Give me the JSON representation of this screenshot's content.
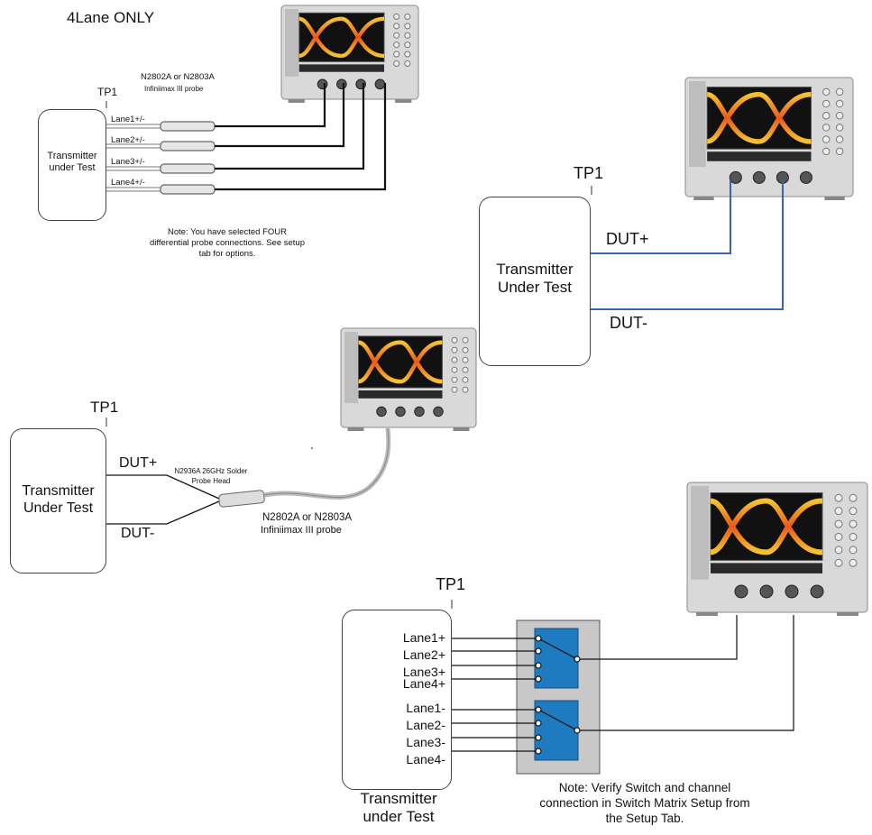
{
  "colors": {
    "wire": "#111111",
    "blue_wire": "#3a64b0",
    "switch_fill": "#1e7bbf",
    "switch_box": "#c8c8c8",
    "probe_gray": "#c8c8c8"
  },
  "icons": [
    "oscilloscope-icon",
    "probe-icon",
    "switch-icon"
  ],
  "top_left": {
    "title": "4Lane ONLY",
    "probe_label_1": "N2802A or N2803A",
    "probe_label_2": "Infiniimax III probe",
    "tp": "TP1",
    "box_label": "Transmitter\nunder Test",
    "lanes": [
      "Lane1+/-",
      "Lane2+/-",
      "Lane3+/-",
      "Lane4+/-"
    ],
    "note": "Note: You have selected FOUR\ndifferential probe connections.  See setup\ntab for options."
  },
  "top_right": {
    "tp": "TP1",
    "box_label": "Transmitter\nUnder Test",
    "dut_plus": "DUT+",
    "dut_minus": "DUT-"
  },
  "middle_left": {
    "tp": "TP1",
    "box_label": "Transmitter\nUnder Test",
    "dut_plus": "DUT+",
    "dut_minus": "DUT-",
    "solder_head_1": "N2936A 26GHz Solder",
    "solder_head_2": "Probe Head",
    "probe_label_1": "N2802A or N2803A",
    "probe_label_2": "Infiniimax III probe"
  },
  "bottom": {
    "tp": "TP1",
    "box_label": "Transmitter\nunder Test",
    "lanes_plus": [
      "Lane1+",
      "Lane2+",
      "Lane3+",
      "Lane4+"
    ],
    "lanes_minus": [
      "Lane1-",
      "Lane2-",
      "Lane3-",
      "Lane4-"
    ],
    "note": "Note: Verify Switch and channel\nconnection in Switch Matrix Setup from\nthe Setup Tab."
  }
}
